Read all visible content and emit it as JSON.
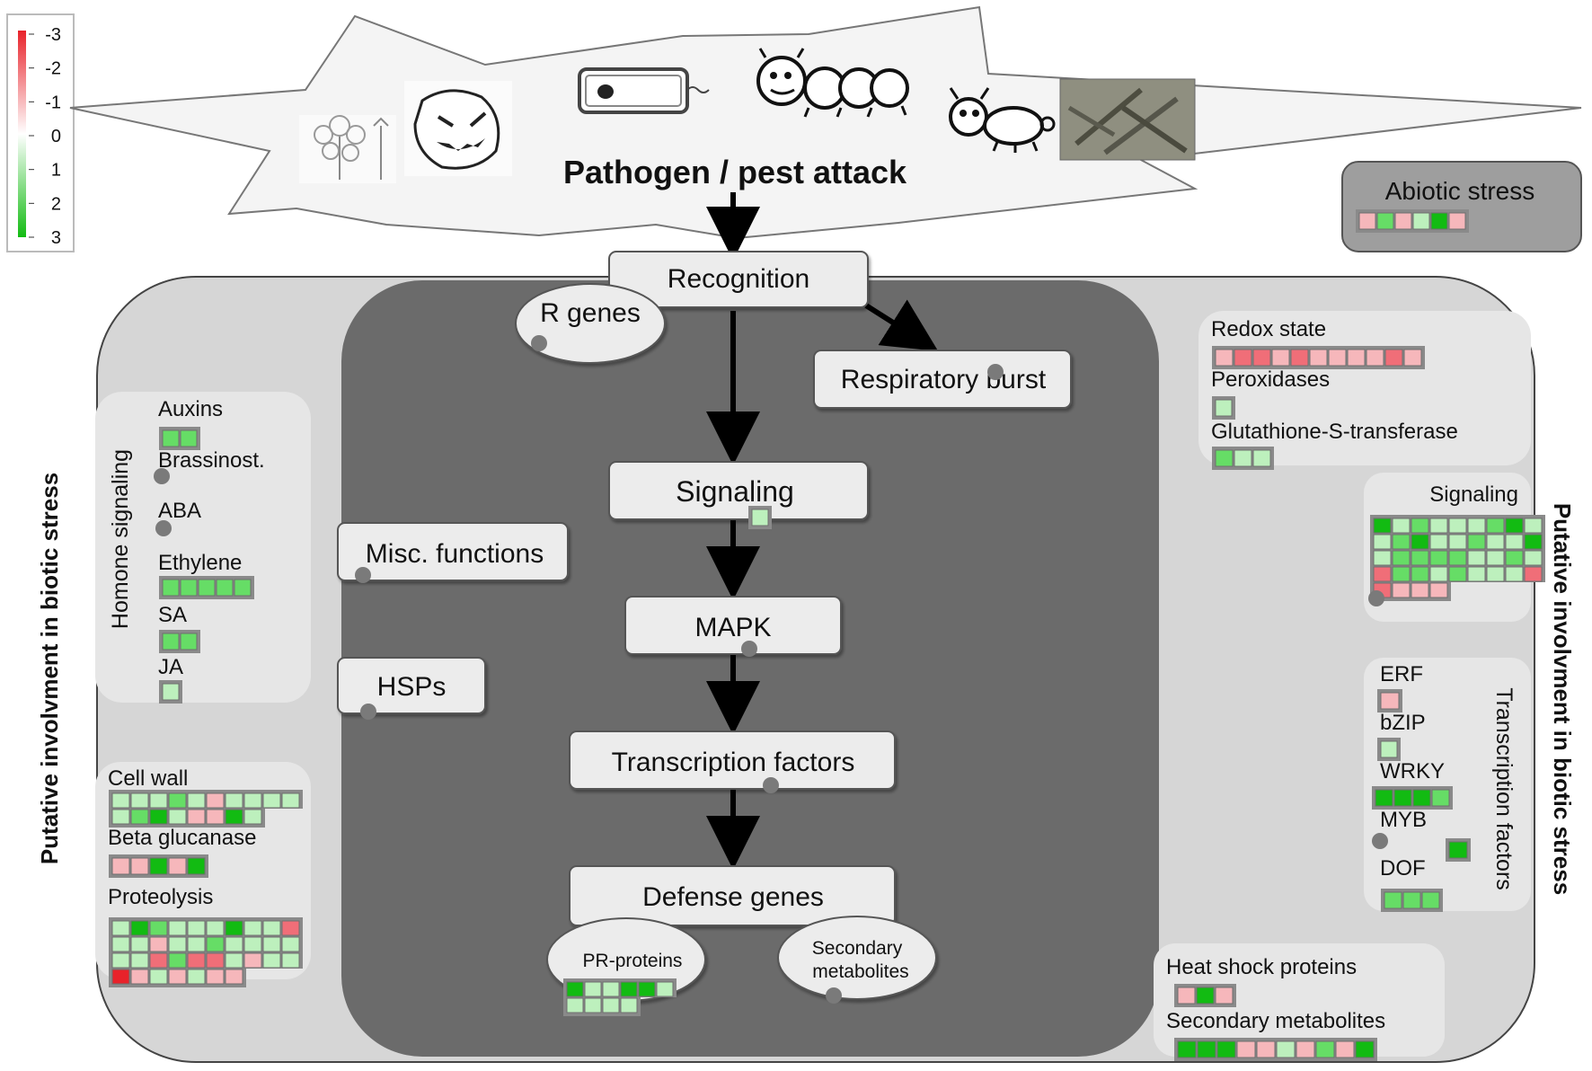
{
  "colors": {
    "page_background": "#ffffff",
    "outer_panel": "#d6d6d6",
    "inner_panel": "#6b6b6b",
    "sub_panel": "#e6e6e6",
    "node_box": "#ececec",
    "abiotic_box": "#9e9e9e",
    "burst_shape": "#f4f4f4",
    "arrow": "#000000",
    "dot": "#7a7a7a"
  },
  "palette": {
    "-3": "#e8222a",
    "-2": "#f06e78",
    "-1": "#f6b7bb",
    "0": "#ffffff",
    "1": "#bdf0bd",
    "2": "#66dd66",
    "3": "#12bb12"
  },
  "legend": {
    "ticks": [
      "-3",
      "-2",
      "-1",
      "0",
      "1",
      "2",
      "3"
    ]
  },
  "attack": {
    "title": "Pathogen / pest attack",
    "icons": [
      "plant-sketch-icon",
      "spiky-microbe-icon",
      "bacterium-icon",
      "caterpillar-icon",
      "insect-icon",
      "virus-micrograph-icon"
    ]
  },
  "abiotic": {
    "label": "Abiotic stress",
    "cells": [
      -1,
      2,
      -1,
      1,
      3,
      -1
    ]
  },
  "side_labels": {
    "left": "Putative involvment in biotic stress",
    "right": "Putative involvment in biotic stress"
  },
  "pathway": {
    "recognition": "Recognition",
    "r_genes": "R genes",
    "respiratory_burst": "Respiratory burst",
    "signaling": "Signaling",
    "signaling_cells": [
      1
    ],
    "mapk": "MAPK",
    "transcription_factors": "Transcription factors",
    "defense_genes": "Defense genes",
    "pr_proteins": "PR-proteins",
    "pr_cells": [
      [
        3,
        1,
        1,
        3,
        3,
        1
      ],
      [
        1,
        1,
        1,
        1
      ]
    ],
    "secondary_metabolites_line1": "Secondary",
    "secondary_metabolites_line2": "metabolites",
    "misc_functions": "Misc. functions",
    "hsps": "HSPs"
  },
  "hormone": {
    "title": "Homone signaling",
    "auxins": {
      "label": "Auxins",
      "cells": [
        2,
        2
      ]
    },
    "brassinost": {
      "label": "Brassinost."
    },
    "aba": {
      "label": "ABA"
    },
    "ethylene": {
      "label": "Ethylene",
      "cells": [
        2,
        2,
        2,
        2,
        2
      ]
    },
    "sa": {
      "label": "SA",
      "cells": [
        2,
        2
      ]
    },
    "ja": {
      "label": "JA",
      "cells": [
        1
      ]
    }
  },
  "left_lower": {
    "cell_wall": {
      "label": "Cell wall",
      "cells": [
        [
          1,
          1,
          1,
          2,
          1,
          -1,
          1,
          1,
          1,
          1
        ],
        [
          1,
          2,
          3,
          1,
          -1,
          -1,
          3,
          1
        ]
      ]
    },
    "beta_glucanase": {
      "label": "Beta glucanase",
      "cells": [
        -1,
        -1,
        3,
        -1,
        3
      ]
    },
    "proteolysis": {
      "label": "Proteolysis",
      "cells": [
        [
          1,
          3,
          2,
          1,
          1,
          1,
          3,
          1,
          1,
          -2
        ],
        [
          1,
          1,
          -1,
          1,
          1,
          2,
          1,
          1,
          1,
          1
        ],
        [
          1,
          1,
          -2,
          2,
          -2,
          -2,
          1,
          -1,
          1,
          1
        ],
        [
          -3,
          -1,
          1,
          -1,
          1,
          -1,
          -1
        ]
      ]
    }
  },
  "right_upper": {
    "redox": {
      "label": "Redox state",
      "cells": [
        -1,
        -2,
        -2,
        -1,
        -2,
        -1,
        -1,
        -1,
        -1,
        -2,
        -1
      ]
    },
    "peroxidases": {
      "label": "Peroxidases",
      "cells": [
        1
      ]
    },
    "gst": {
      "label": "Glutathione-S-transferase",
      "cells": [
        2,
        1,
        1
      ]
    }
  },
  "right_signaling": {
    "label": "Signaling",
    "cells": [
      [
        3,
        1,
        2,
        1,
        1,
        1,
        2,
        3,
        1
      ],
      [
        1,
        2,
        3,
        1,
        1,
        2,
        1,
        1,
        3
      ],
      [
        1,
        2,
        2,
        2,
        2,
        1,
        1,
        2,
        1
      ],
      [
        -2,
        2,
        2,
        1,
        2,
        1,
        1,
        1,
        -2
      ],
      [
        -2,
        -1,
        -1,
        -1
      ]
    ]
  },
  "transcription": {
    "title": "Transcription factors",
    "erf": {
      "label": "ERF",
      "cells": [
        -1
      ]
    },
    "bzip": {
      "label": "bZIP",
      "cells": [
        1
      ]
    },
    "wrky": {
      "label": "WRKY",
      "cells": [
        3,
        3,
        3,
        2
      ]
    },
    "myb": {
      "label": "MYB",
      "cells": [
        3
      ]
    },
    "dof": {
      "label": "DOF",
      "cells": [
        2,
        2,
        2
      ]
    }
  },
  "right_lower": {
    "hsp": {
      "label": "Heat shock proteins",
      "cells": [
        -1,
        3,
        -1
      ]
    },
    "sec_met": {
      "label": "Secondary metabolites",
      "cells": [
        3,
        3,
        3,
        -1,
        -1,
        1,
        -1,
        2,
        -1,
        3
      ]
    }
  }
}
